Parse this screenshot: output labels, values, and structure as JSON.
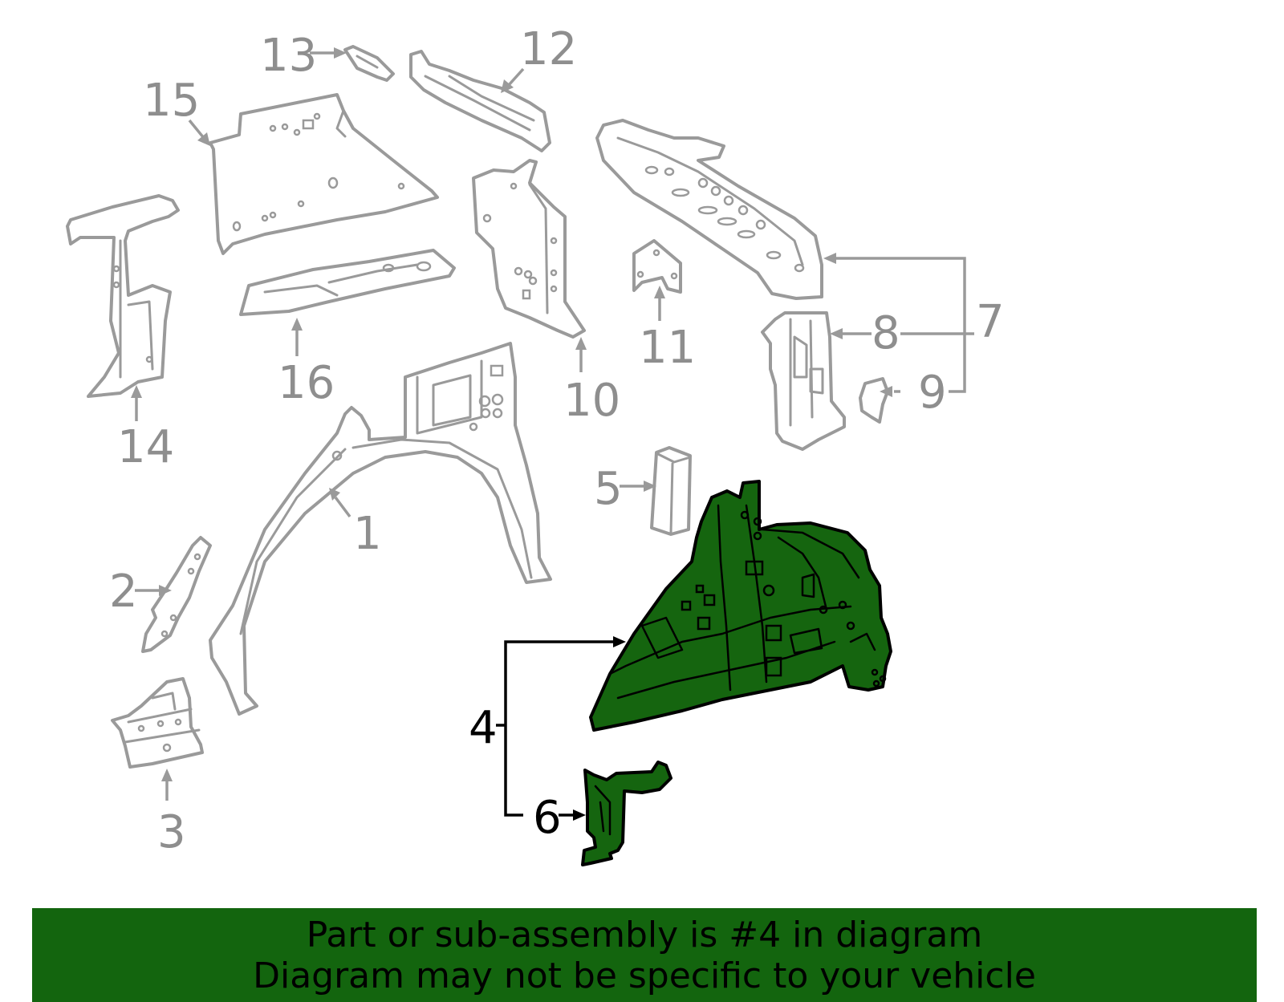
{
  "diagram": {
    "callouts": {
      "c1": "1",
      "c2": "2",
      "c3": "3",
      "c4": "4",
      "c5": "5",
      "c6": "6",
      "c7": "7",
      "c8": "8",
      "c9": "9",
      "c10": "10",
      "c11": "11",
      "c12": "12",
      "c13": "13",
      "c14": "14",
      "c15": "15",
      "c16": "16"
    },
    "highlighted_part": "4",
    "colors": {
      "highlight_fill": "#15650f",
      "part_stroke": "#9a9a9a",
      "banner": "#13650e"
    }
  },
  "banner": {
    "line1": "Part or sub-assembly is #4 in diagram",
    "line2": "Diagram may not be specific to your vehicle"
  }
}
